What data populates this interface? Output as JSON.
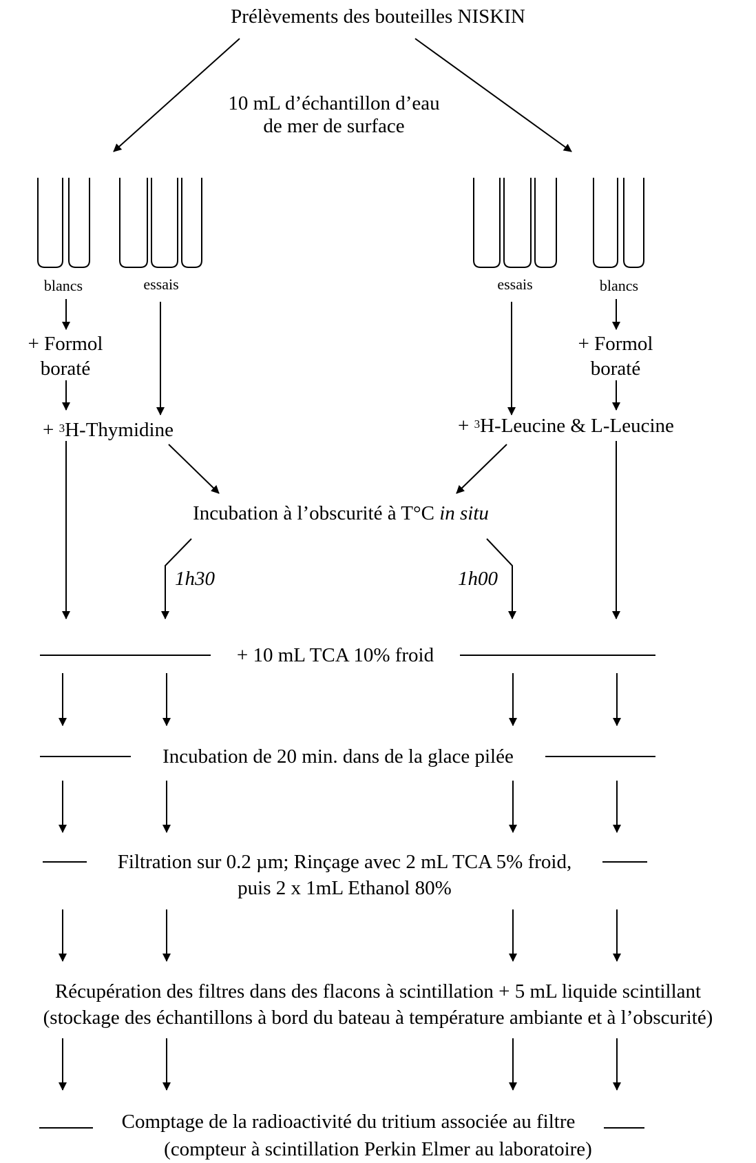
{
  "title": "Prélèvements des bouteilles NISKIN",
  "sample": {
    "line1": "10 mL d’échantillon d’eau",
    "line2": "de mer de surface"
  },
  "tube_labels": {
    "left_blanks": "blancs",
    "left_assays": "essais",
    "right_assays": "essais",
    "right_blanks": "blancs"
  },
  "formol": {
    "line1": "+ Formol",
    "line2": "boraté"
  },
  "thymidine": {
    "prefix": "+ ",
    "sup": "3",
    "name": "H-Thymidine"
  },
  "leucine": {
    "prefix": "+ ",
    "sup": "3",
    "name": "H-Leucine & L-Leucine"
  },
  "incubation_dark": {
    "text": "Incubation à l’obscurité à T°C ",
    "italic": "in situ"
  },
  "times": {
    "thymidine": "1h30",
    "leucine": "1h00"
  },
  "steps": {
    "tca": "+ 10 mL TCA 10% froid",
    "ice": "Incubation de 20 min. dans de la glace pilée",
    "filtration_line1": "Filtration sur 0.2 µm; Rinçage avec 2 mL TCA 5% froid,",
    "filtration_line2": "puis 2 x 1mL Ethanol 80%",
    "recovery_line1": "Récupération des filtres dans des flacons à scintillation + 5 mL liquide scintillant",
    "recovery_line2": "(stockage des échantillons à bord du bateau à température ambiante et à l’obscurité)",
    "counting_line1": "Comptage de la radioactivité du tritium associée au filtre",
    "counting_line2": "(compteur à scintillation Perkin Elmer au laboratoire)"
  }
}
